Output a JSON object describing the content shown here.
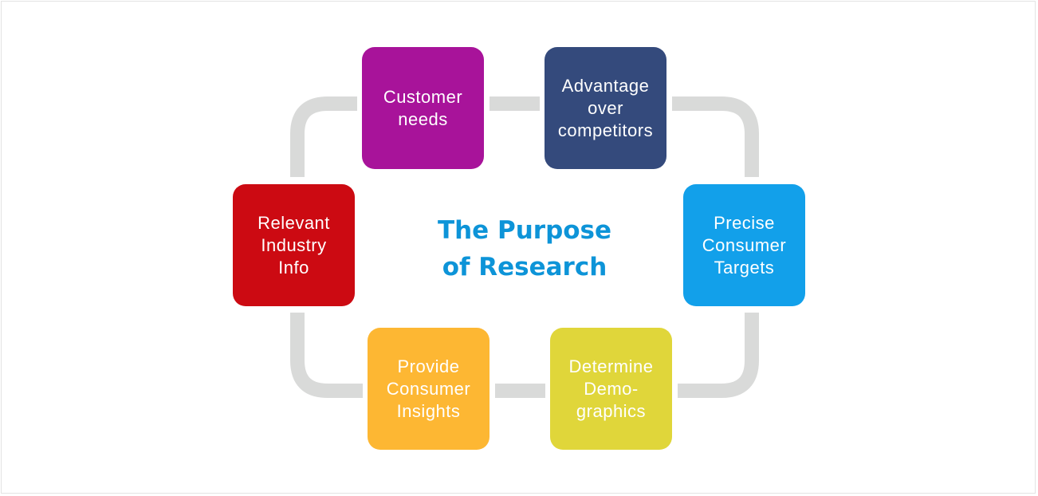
{
  "diagram": {
    "title": "The Purpose\nof Research",
    "connector_color": "#d9dad9",
    "nodes": [
      {
        "id": "customer-needs",
        "label": "Customer\nneeds",
        "color": "#a8139a"
      },
      {
        "id": "advantage",
        "label": "Advantage\nover\ncompetitors",
        "color": "#344a7c"
      },
      {
        "id": "precise",
        "label": "Precise\nConsumer\nTargets",
        "color": "#12a0ea"
      },
      {
        "id": "determine",
        "label": "Determine\nDemo-\ngraphics",
        "color": "#e0d63a"
      },
      {
        "id": "provide",
        "label": "Provide\nConsumer\nInsights",
        "color": "#fdb733"
      },
      {
        "id": "relevant",
        "label": "Relevant\nIndustry\nInfo",
        "color": "#cc0a12"
      }
    ]
  }
}
